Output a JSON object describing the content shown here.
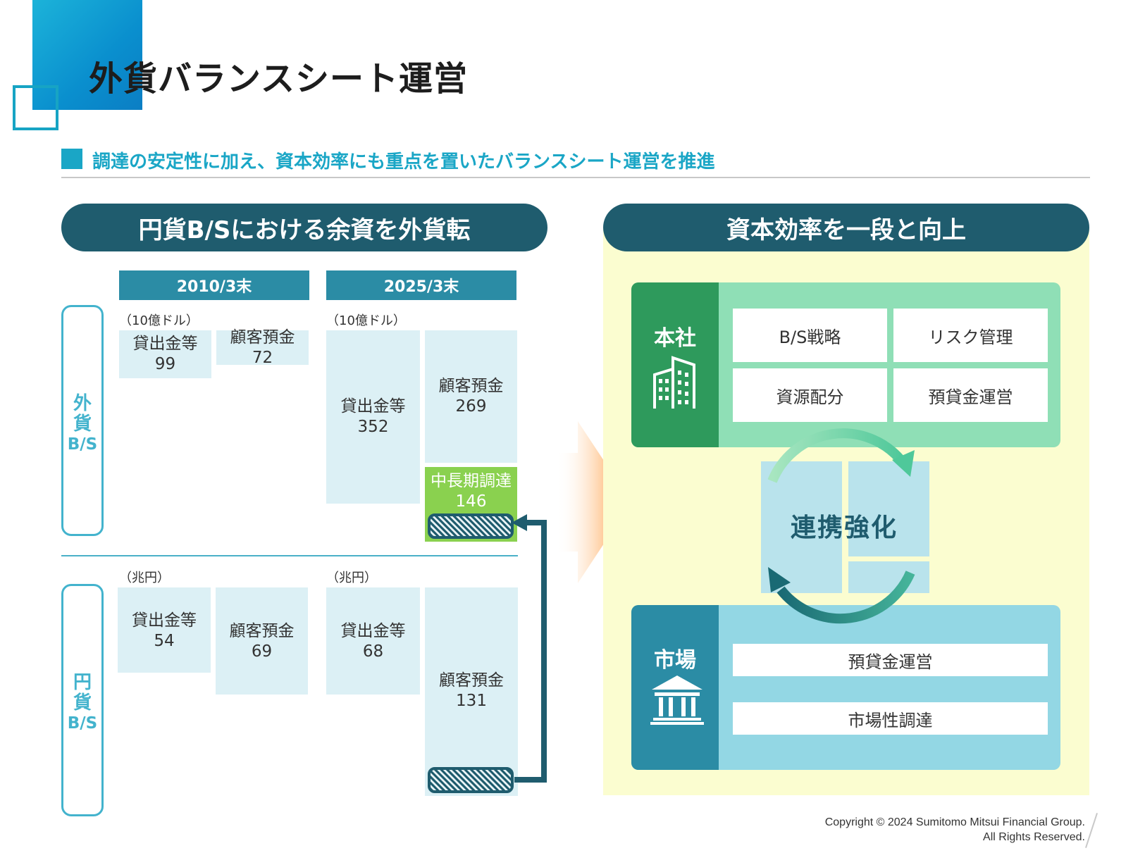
{
  "header": {
    "title": "外貨バランスシート運営",
    "subtitle": "調達の安定性に加え、資本効率にも重点を置いたバランスシート運営を推進"
  },
  "left_panel": {
    "title": "円貨B/Sにおける余資を外貨転",
    "years": [
      "2010/3末",
      "2025/3末"
    ],
    "fx_side_label": [
      "外",
      "貨",
      "B/S"
    ],
    "jpy_side_label": [
      "円",
      "貨",
      "B/S"
    ],
    "fx_unit": "（10億ドル）",
    "jpy_unit": "（兆円）",
    "fx_2010": {
      "loans_label": "貸出金等",
      "loans_value": "99",
      "deposits_label": "顧客預金",
      "deposits_value": "72"
    },
    "fx_2025": {
      "loans_label": "貸出金等",
      "loans_value": "352",
      "deposits_label": "顧客預金",
      "deposits_value": "269",
      "funding_label": "中長期調達",
      "funding_value": "146"
    },
    "jpy_2010": {
      "loans_label": "貸出金等",
      "loans_value": "54",
      "deposits_label": "顧客預金",
      "deposits_value": "69"
    },
    "jpy_2025": {
      "loans_label": "貸出金等",
      "loans_value": "68",
      "deposits_label": "顧客預金",
      "deposits_value": "131"
    }
  },
  "right_panel": {
    "title": "資本効率を一段と向上",
    "hq": {
      "label": "本社",
      "icon": "office-building-icon",
      "cells": [
        "B/S戦略",
        "リスク管理",
        "資源配分",
        "預貸金運営"
      ]
    },
    "link_label": "連携強化",
    "market": {
      "label": "市場",
      "icon": "bank-building-icon",
      "cells": [
        "預貸金運営",
        "市場性調達"
      ]
    }
  },
  "footer": {
    "copyright_line1": "Copyright © 2024 Sumitomo Mitsui Financial Group.",
    "copyright_line2": "All Rights Reserved."
  },
  "colors": {
    "accent": "#1aa6c6",
    "dark_teal": "#1f5c6e",
    "year_header": "#2b8ca5",
    "box_fill": "#dcf0f5",
    "funding_green": "#8ad14f",
    "hq_green": "#2e9a5c",
    "hq_light": "#8fdfb6",
    "market_teal": "#2b8ca5",
    "market_light": "#93d7e4",
    "right_bg": "#fbfdd0",
    "arrow_orange": "#ffb877"
  }
}
